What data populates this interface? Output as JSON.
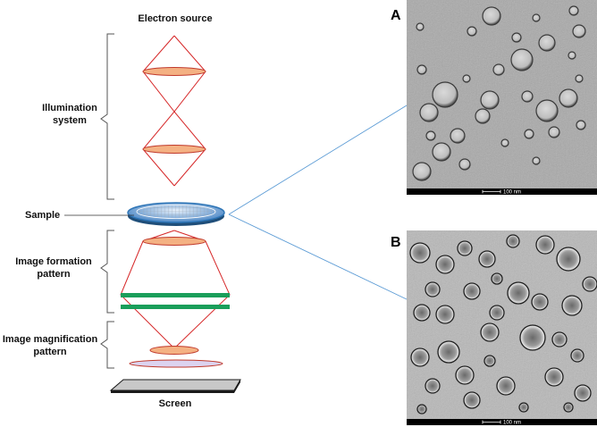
{
  "diagram": {
    "labels": {
      "electron_source": "Electron source",
      "illumination_line1": "Illumination",
      "illumination_line2": "system",
      "sample": "Sample",
      "image_formation_line1": "Image formation",
      "image_formation_line2": "pattern",
      "image_magnification_line1": "Image magnification",
      "image_magnification_line2": "pattern",
      "screen": "Screen"
    },
    "colors": {
      "beam": "#d62728",
      "lens_fill": "#f4b183",
      "lens_stroke": "#c0392b",
      "aperture": "#1a9e5a",
      "bracket": "#555555",
      "connector": "#5b9bd5",
      "sample_rim": "#2e75b6",
      "screen_fill": "#c8c8c8",
      "projector_fill": "#dcd3f0"
    }
  },
  "micrographs": [
    {
      "letter": "A",
      "scale_label": "100 nm",
      "description_icon": "tem-micrograph-small-vesicles"
    },
    {
      "letter": "B",
      "scale_label": "100 nm",
      "description_icon": "tem-micrograph-collapsed-vesicles"
    }
  ]
}
